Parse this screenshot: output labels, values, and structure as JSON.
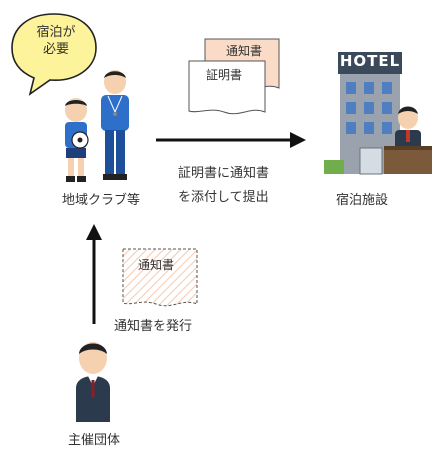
{
  "speech_bubble": {
    "line1": "宿泊が",
    "line2": "必要"
  },
  "documents": {
    "back_doc_label": "通知書",
    "front_doc_label": "証明書",
    "issued_doc_label": "通知書"
  },
  "hotel": {
    "sign": "HOTEL"
  },
  "labels": {
    "club": "地域クラブ等",
    "submit_line1": "証明書に通知書",
    "submit_line2": "を添付して提出",
    "facility": "宿泊施設",
    "issue": "通知書を発行",
    "organizer": "主催団体"
  },
  "colors": {
    "bubble_fill": "#fdf39a",
    "arrow": "#111111",
    "doc_back": "#fadbc8",
    "hotel_wall": "#9aa3ad",
    "hotel_window": "#4f7fc0",
    "uniform_blue": "#2e6fc9",
    "suit": "#2b3a4d"
  }
}
